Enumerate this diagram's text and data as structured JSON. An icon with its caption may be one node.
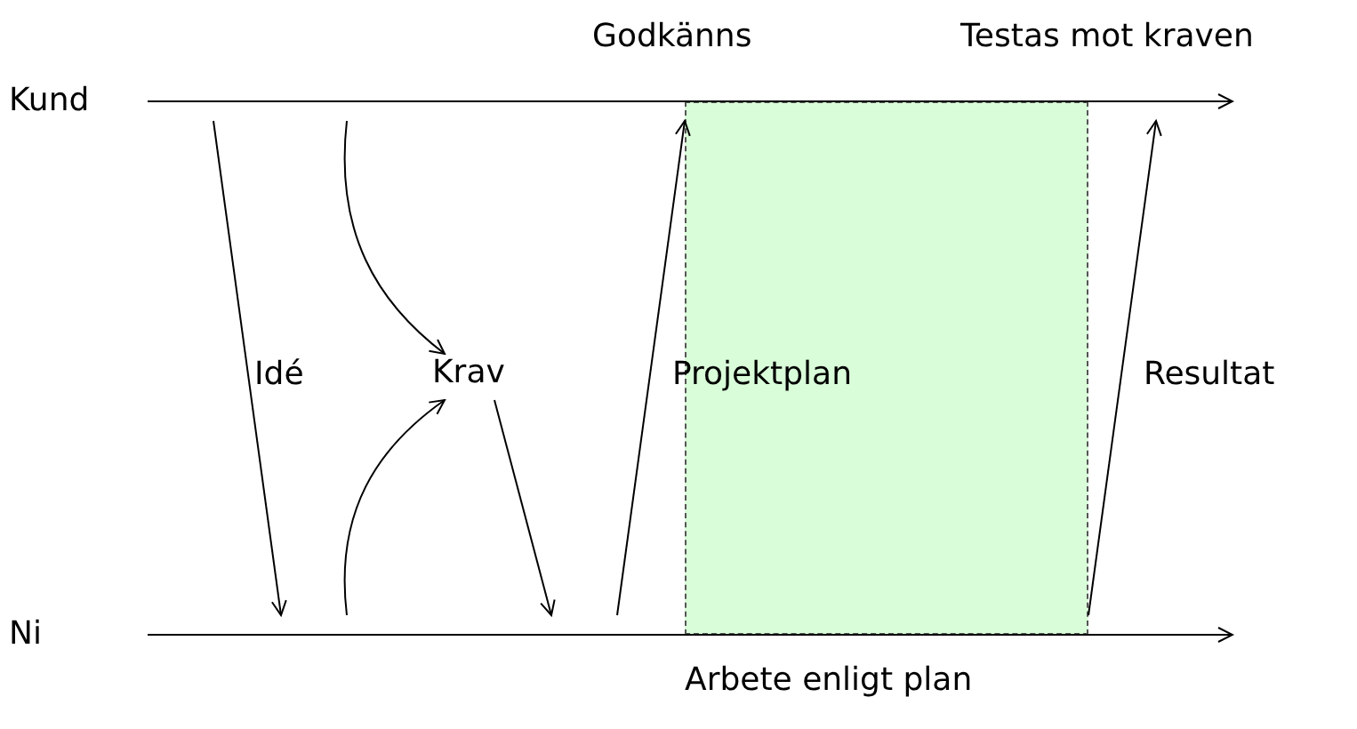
{
  "diagram": {
    "nodes": [
      {
        "text": [
          "Kund"
        ]
      },
      {
        "text": [
          "Ni"
        ]
      },
      {
        "text": [
          "Krav"
        ]
      },
      {
        "text": [],
        "shape": "box",
        "beside": [
          "Arbete enligt plan"
        ]
      }
    ],
    "edges": [
      {
        "from": 0,
        "to": 1,
        "arrow": "to",
        "label": "Idé"
      },
      {
        "from": 0,
        "to": 2,
        "arrow": "to"
      },
      {
        "from": 1,
        "to": 2,
        "arrow": "to"
      },
      {
        "from": 2,
        "to": 1,
        "arrow": "to"
      },
      {
        "from": 1,
        "to": 0,
        "arrow": "to",
        "label": "Projektplan"
      },
      {
        "from": 1,
        "to": 0,
        "arrow": "to",
        "label": "Resultat"
      }
    ],
    "labels": [
      "Godkänns",
      "Testas mot kraven"
    ]
  }
}
